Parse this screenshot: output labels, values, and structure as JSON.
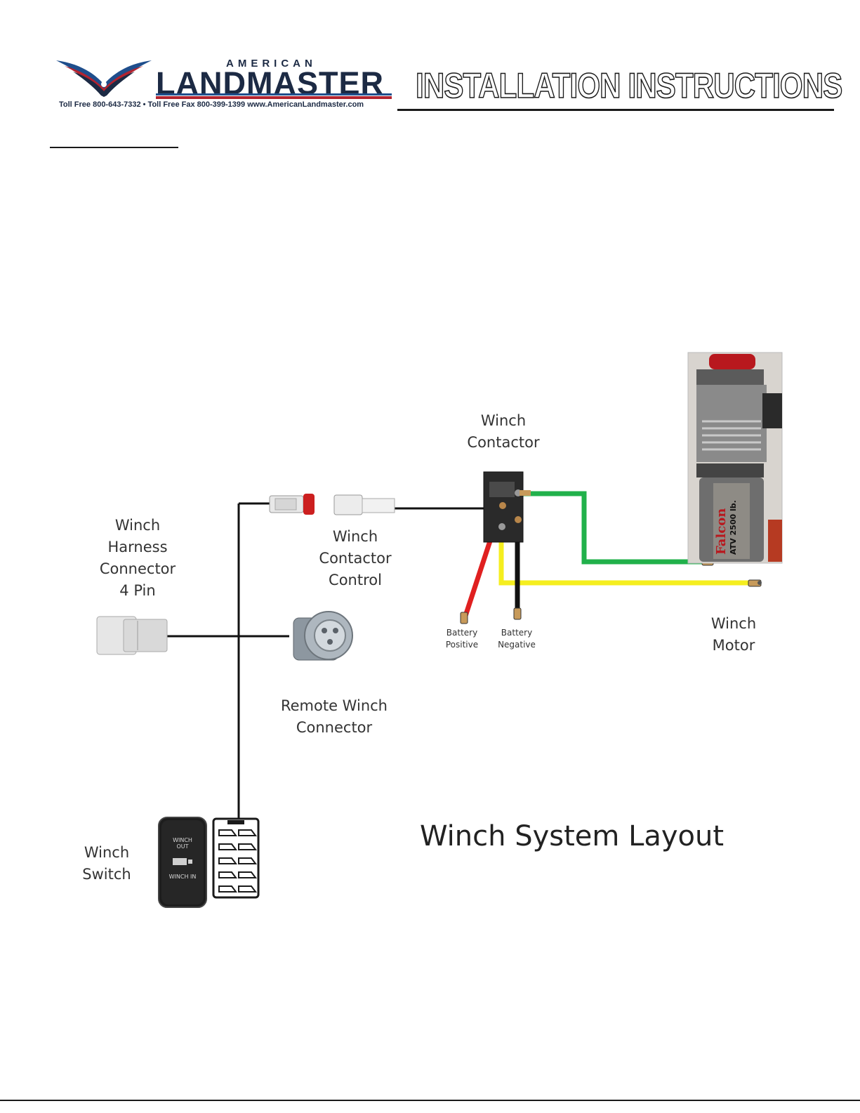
{
  "header": {
    "brand_small": "AMERICAN",
    "brand_large": "LANDMASTER",
    "contact": "Toll Free 800-643-7332   •   Toll Free Fax 800-399-1399    www.AmericanLandmaster.com",
    "title": "INSTALLATION INSTRUCTIONS"
  },
  "diagram": {
    "title": "Winch System Layout",
    "labels": {
      "winch_contactor": [
        "Winch",
        "Contactor"
      ],
      "winch_harness_connector": [
        "Winch",
        "Harness",
        "Connector",
        "4 Pin"
      ],
      "winch_contactor_control": [
        "Winch",
        "Contactor",
        "Control"
      ],
      "battery_positive": [
        "Battery",
        "Positive"
      ],
      "battery_negative": [
        "Battery",
        "Negative"
      ],
      "winch_motor": [
        "Winch",
        "Motor"
      ],
      "remote_winch_connector": [
        "Remote Winch",
        "Connector"
      ],
      "winch_switch": [
        "Winch",
        "Switch"
      ]
    },
    "winch_decal": {
      "brand": "Falcon",
      "model": "ATV 2500 lb."
    },
    "switch_text": {
      "top": "WINCH OUT",
      "bottom": "WINCH IN"
    },
    "wire_colors": {
      "control": "#111111",
      "battery_positive": "#e02020",
      "battery_negative": "#111111",
      "motor_green": "#21b14b",
      "motor_yellow": "#f5ee1f"
    }
  }
}
